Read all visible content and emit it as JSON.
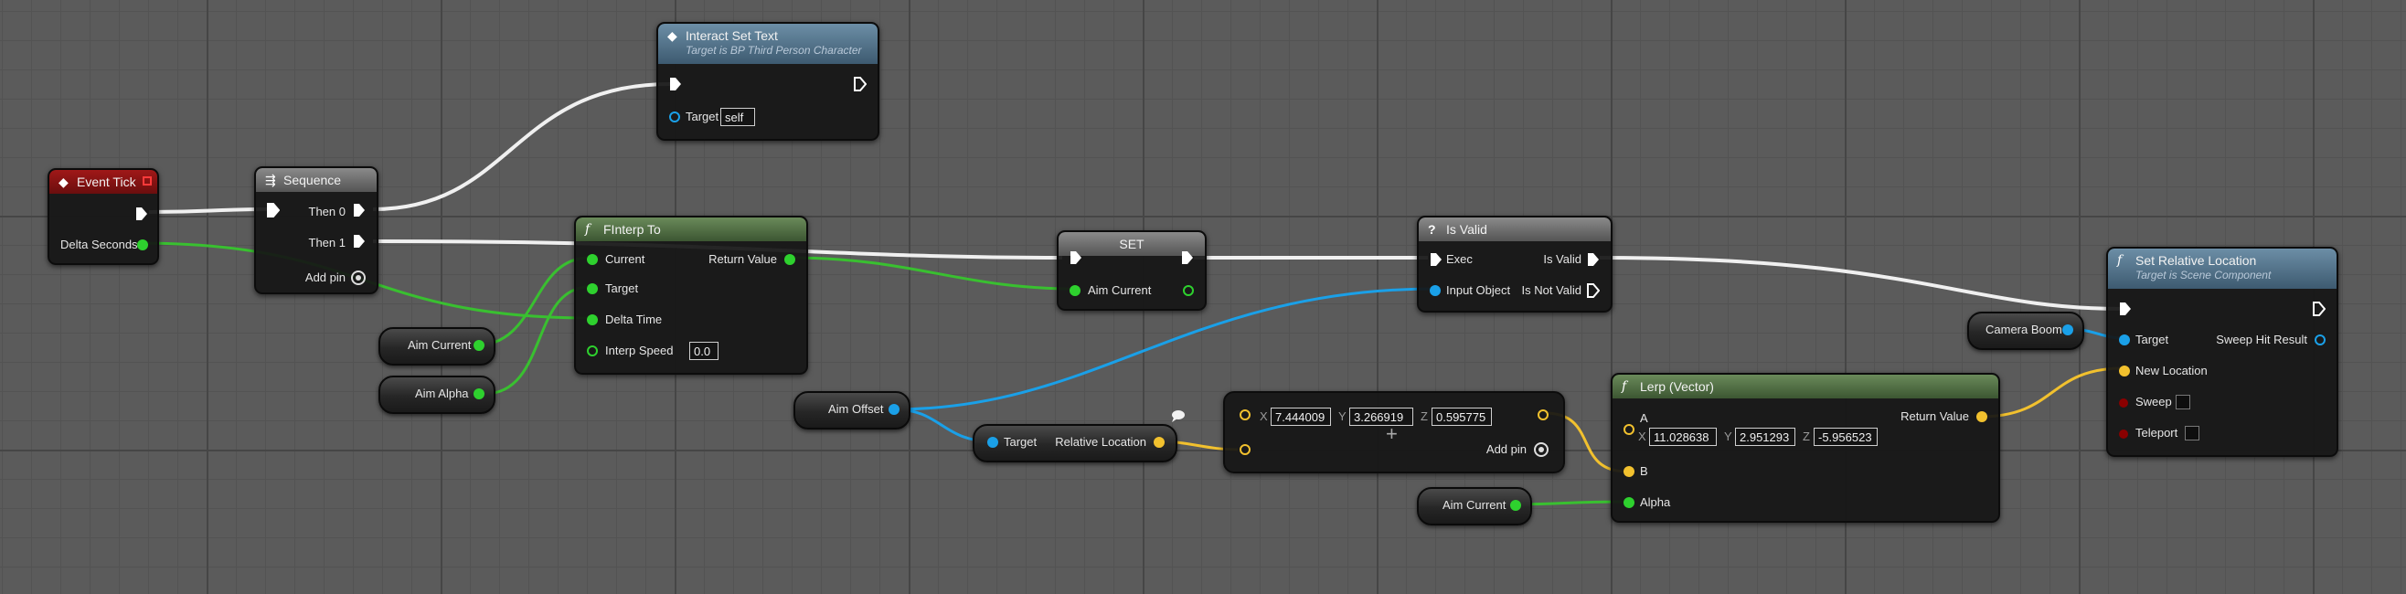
{
  "nodes": {
    "event_tick": {
      "title": "Event Tick",
      "delta_seconds": "Delta Seconds"
    },
    "sequence": {
      "title": "Sequence",
      "then0": "Then 0",
      "then1": "Then 1",
      "add_pin": "Add pin"
    },
    "interact_set_text": {
      "title": "Interact Set Text",
      "subtitle": "Target is BP Third Person Character",
      "target": "Target",
      "self": "self"
    },
    "finterp_to": {
      "title": "FInterp To",
      "current": "Current",
      "target": "Target",
      "delta_time": "Delta Time",
      "interp_speed": "Interp Speed",
      "interp_speed_value": "0.0",
      "return_value": "Return Value"
    },
    "set": {
      "title": "SET",
      "aim_current": "Aim Current"
    },
    "is_valid": {
      "title": "Is Valid",
      "exec": "Exec",
      "is_valid": "Is Valid",
      "input_object": "Input Object",
      "is_not_valid": "Is Not Valid"
    },
    "aim_current_var_1": {
      "label": "Aim Current"
    },
    "aim_alpha_var": {
      "label": "Aim Alpha"
    },
    "aim_offset_var": {
      "label": "Aim Offset"
    },
    "relative_location": {
      "target": "Target",
      "output": "Relative Location"
    },
    "add_vector": {
      "x_axis": "X",
      "x": "7.444009",
      "y_axis": "Y",
      "y": "3.266919",
      "z_axis": "Z",
      "z": "0.595775",
      "add_pin": "Add pin"
    },
    "lerp_vector": {
      "title": "Lerp (Vector)",
      "a": "A",
      "b": "B",
      "alpha": "Alpha",
      "x_axis": "X",
      "x": "11.028638",
      "y_axis": "Y",
      "y": "2.951293",
      "z_axis": "Z",
      "z": "-5.956523",
      "return_value": "Return Value"
    },
    "aim_current_var_2": {
      "label": "Aim Current"
    },
    "camera_boom_var": {
      "label": "Camera Boom"
    },
    "set_relative_location": {
      "title": "Set Relative Location",
      "subtitle": "Target is Scene Component",
      "target": "Target",
      "new_location": "New Location",
      "sweep": "Sweep",
      "teleport": "Teleport",
      "sweep_hit_result": "Sweep Hit Result"
    }
  },
  "icons": {
    "event": "event-diamond-icon",
    "sequence": "sequence-icon",
    "function": "function-icon",
    "macro": "question-icon",
    "add_pin": "add-pin-icon"
  },
  "colors": {
    "exec_wire": "#ffffff",
    "float_wire": "#39c030",
    "object_wire": "#1aa0e8",
    "vector_wire": "#f2c12e",
    "event_header": "#a01818",
    "function_header": "#4f6f88",
    "pure_header": "#587a4a"
  }
}
